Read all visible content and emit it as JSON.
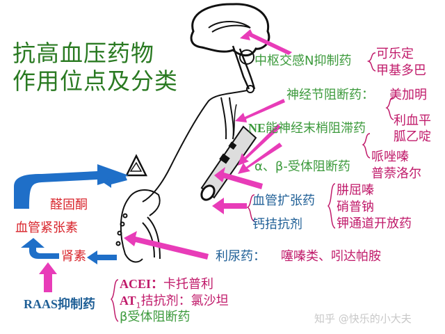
{
  "title": {
    "line1": "抗高血压药物",
    "line2": "作用位点及分类"
  },
  "colors": {
    "title": "#2a7a22",
    "class_green": "#3c9a3c",
    "drug_magenta": "#c01a6a",
    "hormone_red": "#d8232a",
    "class_blue": "#1f5f96",
    "arrow_pink": "#e83cb8",
    "arrow_blue": "#1f6fc8"
  },
  "sites": {
    "central": {
      "class": "中枢交感N抑制药",
      "drugs": [
        "可乐定",
        "甲基多巴"
      ]
    },
    "ganglion": {
      "class": "神经节阻断药：",
      "drugs": [
        "美加明"
      ]
    },
    "ne_terminal": {
      "class_prefix": "NE",
      "class": "能神经末梢阻滞药",
      "drugs": [
        "利血平",
        "胍乙啶"
      ]
    },
    "receptor": {
      "class": "α、β-受体阻断药",
      "drugs": [
        "哌唑嗪",
        "普萘洛尔"
      ]
    },
    "vessel": {
      "classes": [
        "血管扩张药",
        "钙拮抗剂"
      ],
      "drugs": [
        "肼屈嗪",
        "硝普钠",
        "钾通道开放药"
      ]
    },
    "diuretic": {
      "class": "利尿药：",
      "drugs": "噻嗪类、吲达帕胺"
    }
  },
  "raas": {
    "aldosterone": "醛固酮",
    "angiotensin": "血管紧张素",
    "renin": "肾素",
    "inhibitor_label": "RAAS抑制药",
    "items": [
      {
        "prefix": "ACEI：",
        "drug": "卡托普利"
      },
      {
        "prefix": "AT",
        "sub": "1",
        "mid": "拮抗剂：",
        "drug": "氯沙坦"
      },
      {
        "prefix": "β受体阻断药",
        "drug": ""
      }
    ]
  },
  "watermark": "知乎 @快乐的小大夫"
}
